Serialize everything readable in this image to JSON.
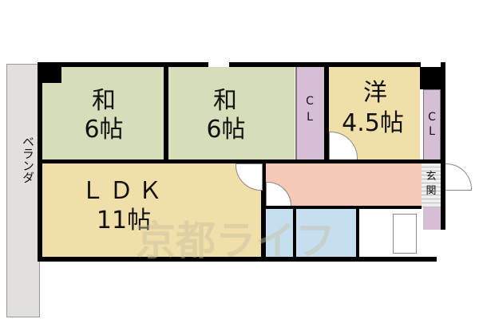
{
  "floorplan": {
    "veranda": {
      "label": "ベランダ"
    },
    "rooms": [
      {
        "id": "washitsu-1",
        "type": "和",
        "size": "6帖",
        "color": "#d6ddb9"
      },
      {
        "id": "washitsu-2",
        "type": "和",
        "size": "6帖",
        "color": "#d6ddb9"
      },
      {
        "id": "youshitsu",
        "type": "洋",
        "size": "4.5帖",
        "color": "#f1dfaa"
      },
      {
        "id": "ldk",
        "type": "ＬＤＫ",
        "size": "11帖",
        "color": "#f1dfaa"
      }
    ],
    "closets": [
      {
        "id": "closet-1",
        "label": "C\nL",
        "label_top": "C",
        "label_bottom": "L",
        "color": "#d6bfd6"
      },
      {
        "id": "closet-2",
        "label": "C\nL",
        "label_top": "C",
        "label_bottom": "L",
        "color": "#d6bfd6"
      }
    ],
    "entrance": {
      "label_top": "玄",
      "label_bottom": "関"
    },
    "hallway": {
      "color": "#f6c9b7"
    },
    "wet_area": {
      "color": "#c5dff0"
    },
    "watermark": "京都ライフ"
  }
}
